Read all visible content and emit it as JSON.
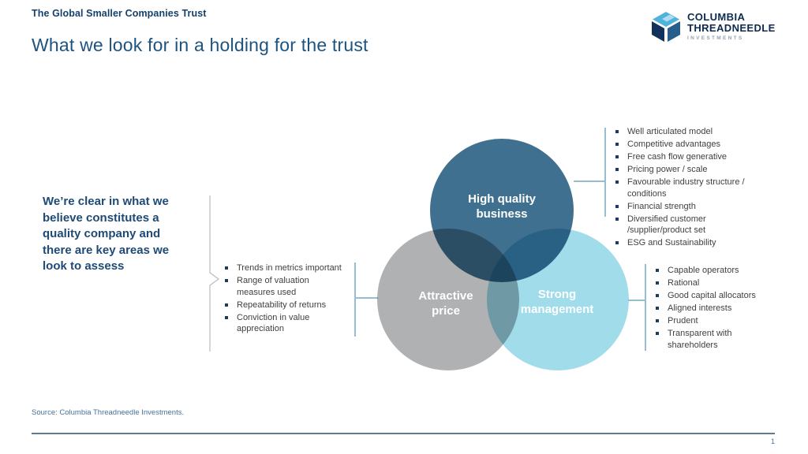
{
  "slide": {
    "eyebrow": "The Global Smaller Companies Trust",
    "title": "What we look for in a holding for the trust",
    "intro": "We’re clear in what we believe constitutes a quality company and there are key areas we look to assess",
    "source": "Source: Columbia Threadneedle Investments.",
    "page_number": "1"
  },
  "logo": {
    "line1": "COLUMBIA",
    "line2": "THREADNEEDLE",
    "line3": "INVESTMENTS",
    "icon_colors": {
      "light_blue": "#4FB3DB",
      "navy": "#13325B",
      "mid_blue": "#275E8C"
    }
  },
  "venn": {
    "high_quality": {
      "label": "High quality\nbusiness",
      "color": "#40708F"
    },
    "attractive_price": {
      "label": "Attractive\nprice",
      "color": "#AFB1B3"
    },
    "strong_management": {
      "label": "Strong\nmanagement",
      "color": "#A1DCEB"
    }
  },
  "bullets": {
    "high_quality": [
      "Well articulated model",
      "Competitive advantages",
      "Free cash flow generative",
      "Pricing power / scale",
      "Favourable industry structure / conditions",
      "Financial strength",
      "Diversified customer /supplier/product set",
      "ESG and Sustainability"
    ],
    "attractive_price": [
      "Trends in metrics important",
      "Range of valuation measures used",
      "Repeatability of returns",
      "Conviction in value appreciation"
    ],
    "strong_management": [
      "Capable operators",
      "Rational",
      "Good capital allocators",
      "Aligned interests",
      "Prudent",
      "Transparent with shareholders"
    ]
  },
  "colors": {
    "title_text": "#1C5380",
    "navy_text": "#1E4A75",
    "body_text": "#404040",
    "connector_line": "#97BDD1",
    "bracket_line": "#BFBFBF",
    "footer_rule": "#5B7C95",
    "footer_text": "#44719A"
  }
}
